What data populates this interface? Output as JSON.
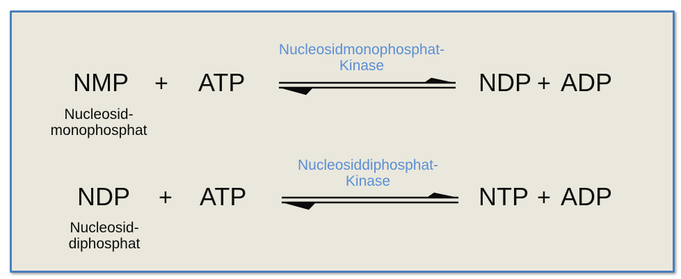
{
  "diagram": {
    "colors": {
      "box_background": "#eae8dc",
      "box_border": "#4a7ebc",
      "enzyme_text": "#5b8ed6",
      "formula_text": "#0d0d0d"
    },
    "reactions": [
      {
        "substrate": "NMP",
        "plus_left": "+",
        "cofactor": "ATP",
        "enzyme_line1": "Nucleosidmonophosphat-",
        "enzyme_line2": "Kinase",
        "product": "NDP",
        "plus_right": "+",
        "byproduct": "ADP",
        "substrate_label_line1": "Nucleosid-",
        "substrate_label_line2": "monophosphat"
      },
      {
        "substrate": "NDP",
        "plus_left": "+",
        "cofactor": "ATP",
        "enzyme_line1": "Nucleosiddiphosphat-",
        "enzyme_line2": "Kinase",
        "product": "NTP",
        "plus_right": "+",
        "byproduct": "ADP",
        "substrate_label_line1": "Nucleosid-",
        "substrate_label_line2": "diphosphat"
      }
    ]
  }
}
